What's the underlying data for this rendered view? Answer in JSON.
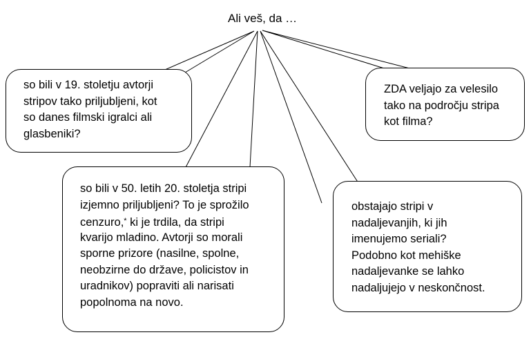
{
  "title": "Ali veš, da …",
  "bubbles": {
    "authors": {
      "lines": [
        "so bili v 19. stoletju avtorji",
        "stripov tako priljubljeni, kot",
        "so danes filmski igralci ali",
        "glasbeniki?"
      ]
    },
    "usa": {
      "lines": [
        "ZDA veljajo za velesilo",
        "tako na področju stripa",
        "kot filma?"
      ]
    },
    "fifties": {
      "line1": "so bili v 50. letih 20. stoletja stripi",
      "line2": "izjemno priljubljeni? To je sprožilo",
      "line3_before": "cenzuro,",
      "line3_mark": "*",
      "line3_after": " ki je trdila, da stripi",
      "lines_rest": [
        "kvarijo mladino. Avtorji so morali",
        "sporne prizore (nasilne, spolne,",
        "neobzirne do države, policistov in",
        "uradnikov) popraviti ali narisati",
        "popolnoma na novo."
      ]
    },
    "serials": {
      "lines": [
        "obstajajo stripi v",
        "nadaljevanjih, ki jih",
        "imenujemo seriali?",
        "Podobno kot mehiške",
        "nadaljevanke se lahko",
        "nadaljujejo v neskončnost."
      ]
    }
  }
}
